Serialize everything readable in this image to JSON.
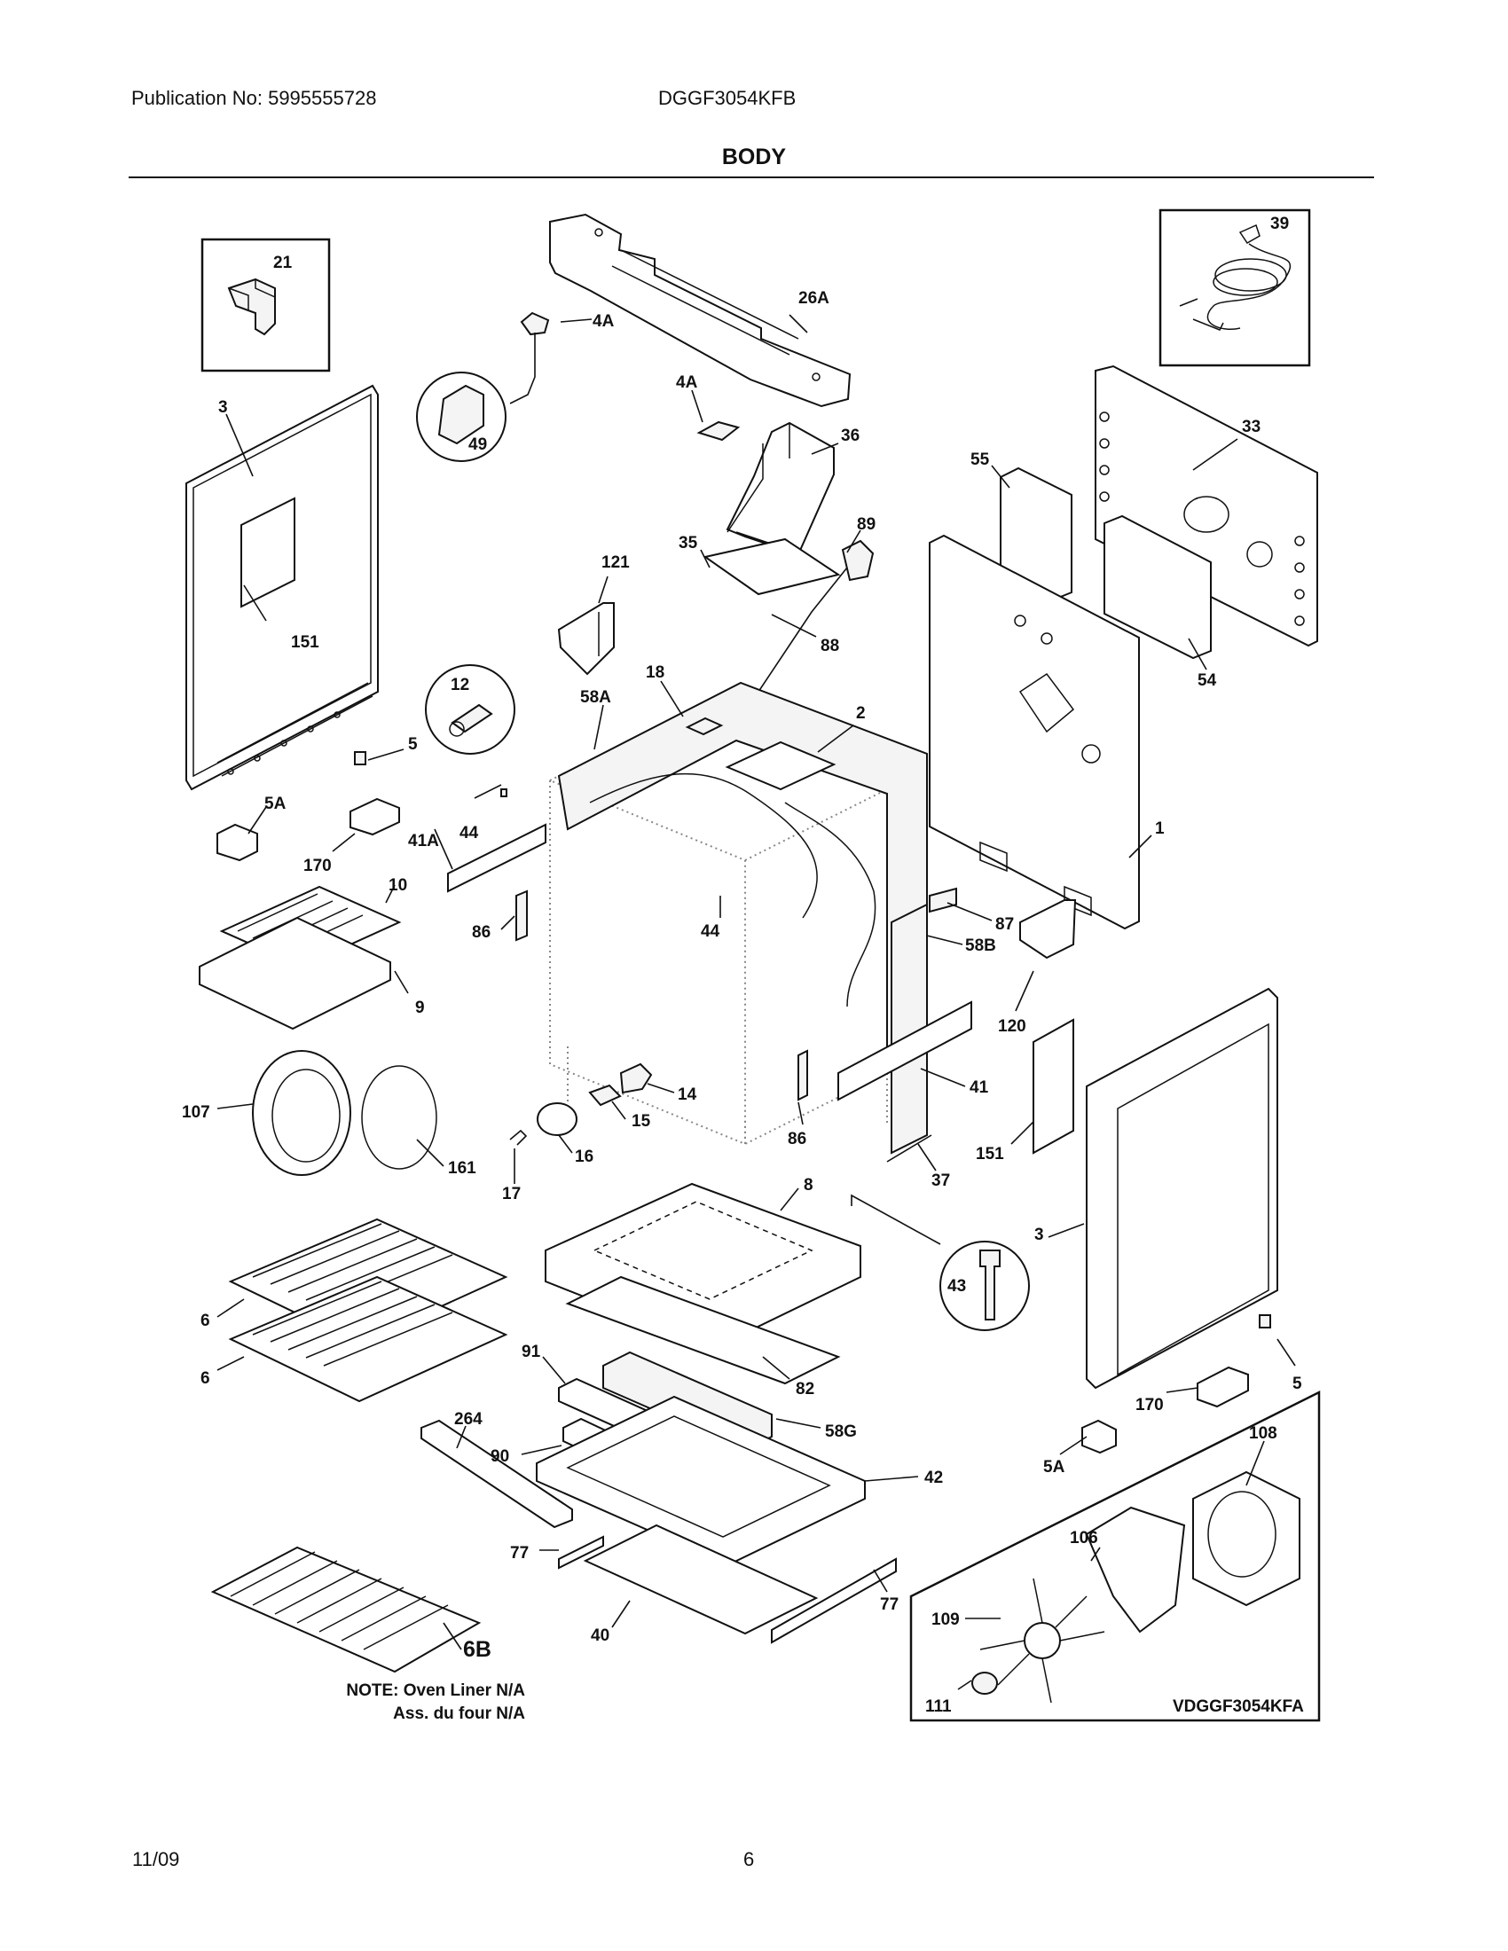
{
  "header": {
    "publication": "Publication No: 5995555728",
    "model": "DGGF3054KFB"
  },
  "title": "BODY",
  "footer": {
    "date": "11/09",
    "page": "6"
  },
  "diagram": {
    "callouts": {
      "p21": "21",
      "p26a": "26A",
      "p39": "39",
      "p4a_top": "4A",
      "p4a_mid": "4A",
      "p3_left": "3",
      "p49": "49",
      "p36": "36",
      "p33": "33",
      "p55": "55",
      "p35": "35",
      "p89": "89",
      "p121": "121",
      "p88": "88",
      "p54": "54",
      "p151_left": "151",
      "p12": "12",
      "p18": "18",
      "p58a": "58A",
      "p2": "2",
      "p5_left": "5",
      "p5a_left": "5A",
      "p170_left": "170",
      "p41a": "41A",
      "p44_left": "44",
      "p1": "1",
      "p10": "10",
      "p87": "87",
      "p86_left": "86",
      "p44_mid": "44",
      "p58b": "58B",
      "p9": "9",
      "p120": "120",
      "p41": "41",
      "p107": "107",
      "p14": "14",
      "p15": "15",
      "p86_right": "86",
      "p151_right": "151",
      "p161": "161",
      "p16": "16",
      "p37": "37",
      "p17": "17",
      "p8": "8",
      "p3_right": "3",
      "p43": "43",
      "p6_upper": "6",
      "p6_lower": "6",
      "p82": "82",
      "p91": "91",
      "p5_right": "5",
      "p170_right": "170",
      "p264": "264",
      "p58g": "58G",
      "p108": "108",
      "p90": "90",
      "p42": "42",
      "p5a_right": "5A",
      "p106": "106",
      "p77_left": "77",
      "p77_right": "77",
      "p109": "109",
      "p40": "40",
      "p6b": "6B",
      "p111": "111"
    },
    "note_line1": "NOTE: Oven Liner N/A",
    "note_line2": "Ass. du four N/A",
    "kit_model": "VDGGF3054KFA"
  }
}
